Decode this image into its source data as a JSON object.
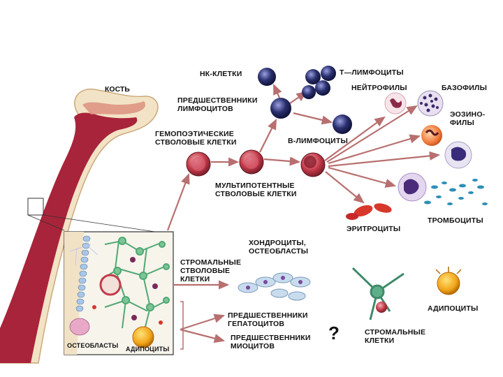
{
  "labels": {
    "bone": "КОСТЬ",
    "nk_cells": "НК-КЛЕТКИ",
    "t_lymphocytes": "Т—ЛИМФОЦИТЫ",
    "lymphocyte_precursors": "ПРЕДШЕСТВЕННИКИ\nЛИМФОЦИТОВ",
    "neutrophils": "НЕЙТРОФИЛЫ",
    "basophils": "БАЗОФИЛЫ",
    "hsc": "ГЕМОПОЭТИЧЕСКИЕ\nСТВОЛОВЫЕ КЛЕТКИ",
    "b_lymphocytes": "В-ЛИМФОЦИТЫ",
    "eosinophils": "ЭОЗИНО-\nФИЛЫ",
    "multipotent": "МУЛЬТИПОТЕНТНЫЕ\nСТВОЛОВЫЕ КЛЕТКИ",
    "erythrocytes": "ЭРИТРОЦИТЫ",
    "platelets": "ТРОМБОЦИТЫ",
    "chondrocytes": "ХОНДРОЦИТЫ,\nОСТЕОБЛАСТЫ",
    "stromal_stem": "СТРОМАЛЬНЫЕ\nСТВОЛОВЫЕ\nКЛЕТКИ",
    "hepatocyte_precursors": "ПРЕДШЕСТВЕННИКИ\nГЕПАТОЦИТОВ",
    "myocyte_precursors": "ПРЕДШЕСТВЕННИКИ\nМИОЦИТОВ",
    "question": "?",
    "stromal_cells": "СТРОМАЛЬНЫЕ\nКЛЕТКИ",
    "adipocytes": "АДИПОЦИТЫ",
    "osteoblasts": "ОСТЕОБЛАСТЫ",
    "adipocytes_inset": "АДИПОЦИТЫ"
  },
  "colors": {
    "bone_outer": "#f3e3c6",
    "bone_marrow": "#a8243a",
    "arrow": "#b86f6f",
    "stem_cell": "#c43a4a",
    "lymphocyte": "#2a2f6e",
    "erythrocyte": "#d8372c",
    "platelet": "#2c8fb8",
    "adipocyte": "#f0a418",
    "stroma": "#4fa872"
  }
}
